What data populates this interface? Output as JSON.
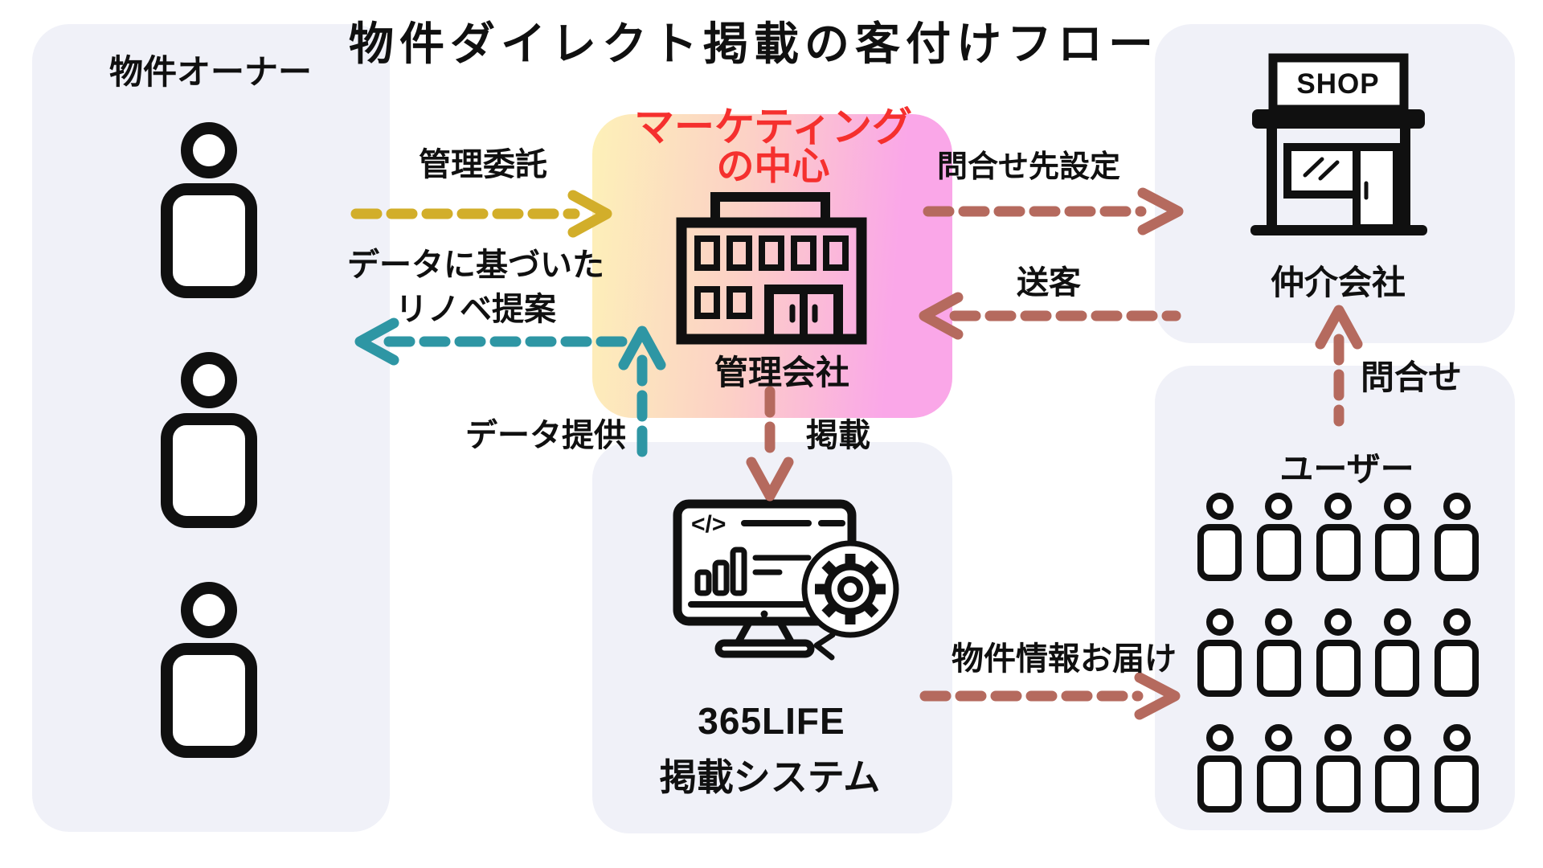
{
  "title": "物件ダイレクト掲載の客付けフロー",
  "colors": {
    "accent_yellow": "#d2ae2a",
    "accent_teal": "#2e96a4",
    "accent_brown": "#b56a5e",
    "accent_red": "#f5302e",
    "panel_bg": "#f0f1f8",
    "gradient_from": "#fdf1b8",
    "gradient_to": "#faa7e8"
  },
  "owners_panel": {
    "label": "物件オーナー",
    "icon": "person-icon",
    "icon_count": 3
  },
  "marketing_box": {
    "heading_line1": "マーケティング",
    "heading_line2": "の中心",
    "building_label": "管理会社",
    "icon": "office-building-icon"
  },
  "system_panel": {
    "name": "365LIFE",
    "label": "掲載システム",
    "icon": "monitor-gear-icon",
    "screen_code_glyph": "</>"
  },
  "broker_panel": {
    "sign": "SHOP",
    "label": "仲介会社",
    "icon": "storefront-icon"
  },
  "users_panel": {
    "label": "ユーザー",
    "icon": "person-icon",
    "icon_rows": 3,
    "icon_cols": 5
  },
  "arrows": {
    "kanri_itaku": {
      "label": "管理委託",
      "color": "yellow",
      "direction": "right"
    },
    "renove": {
      "label_line1": "データに基づいた",
      "label_line2": "リノベ提案",
      "color": "teal",
      "direction": "left"
    },
    "data_teikyo": {
      "label": "データ提供",
      "color": "teal",
      "direction": "up"
    },
    "keisai": {
      "label": "掲載",
      "color": "brown",
      "direction": "down"
    },
    "toiawase_saki": {
      "label": "問合せ先設定",
      "color": "brown",
      "direction": "right"
    },
    "soukyaku": {
      "label": "送客",
      "color": "brown",
      "direction": "left"
    },
    "bukken_joho": {
      "label": "物件情報お届け",
      "color": "brown",
      "direction": "right"
    },
    "toiawase": {
      "label": "問合せ",
      "color": "brown",
      "direction": "up"
    }
  }
}
